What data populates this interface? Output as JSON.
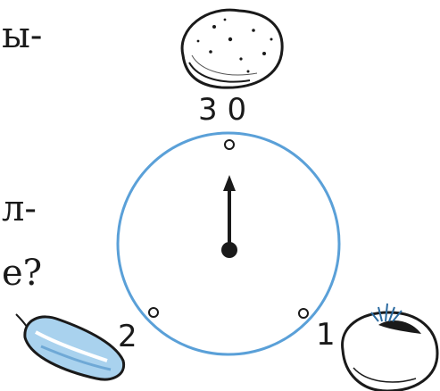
{
  "text_fragments": [
    "ы-",
    "л-",
    "е?"
  ],
  "dial": {
    "labels": {
      "top": "3 0",
      "right": "1",
      "left": "2"
    },
    "ring_color": "#5aa0d8",
    "pointer": "up"
  },
  "pictures": {
    "top": "potato",
    "right": "tomato",
    "left": "cucumber"
  },
  "colors": {
    "ink": "#1a1a1a",
    "cucumber_fill": "#a9d2ee"
  }
}
